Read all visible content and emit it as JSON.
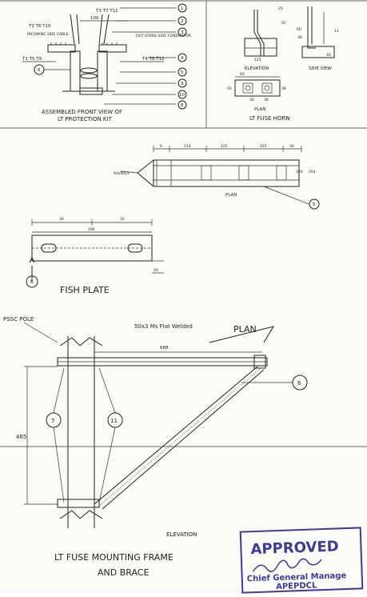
{
  "top_left": {
    "terminals_top": "T3 T7 T11",
    "dim_top": "100",
    "terminals_left": "T2 T6 T10",
    "incoming_label": "INCOMING\nSIDE CABLE",
    "outgoing_label": "OUT GOING\nSIDE CONDUCTOR",
    "terminals_bottom_left": "T1 T5 T9",
    "terminals_bottom_right": "T4 T8 T12",
    "callouts": [
      "1",
      "2",
      "3",
      "4",
      "5",
      "9",
      "10",
      "6"
    ],
    "left_callout": "6",
    "caption_line1": "ASSEMBLED FRONT VIEW OF",
    "caption_line2": "LT PROTECTION KIT"
  },
  "top_right": {
    "elevation_label": "ELEVATION",
    "side_view_label": "SIDE VIEW",
    "plan_label": "PLAN",
    "caption": "LT FUSE HORN",
    "dims": [
      "25",
      "70",
      "60",
      "11",
      "38",
      "125",
      "60",
      "20",
      "38",
      "40",
      "30",
      "38"
    ]
  },
  "plan_section": {
    "dims": [
      "6",
      "154",
      "225",
      "225",
      "30"
    ],
    "side_dims": [
      "320",
      "354"
    ],
    "label": "PLAN",
    "callout": "5",
    "left_tag": "40x40x5"
  },
  "fish_plate": {
    "dims_top": [
      "30",
      "30"
    ],
    "dim_length": "196",
    "dim_height": "50",
    "callout": "6",
    "title": "FISH PLATE"
  },
  "frame": {
    "pole_label": "PSSC POLE",
    "note": "50x3 Ms Flat Welded",
    "plan_label": "PLAN",
    "dim_horizontal": "688",
    "dim_vertical": "465",
    "callouts": [
      "6",
      "7",
      "11"
    ],
    "elevation_label": "ELEVATION",
    "title_line1": "LT FUSE MOUNTING FRAME",
    "title_line2": "AND BRACE"
  },
  "stamp": {
    "text": "APPROVED",
    "role": "Chief General Manage",
    "org": "APEPDCL",
    "color": "#3d3a9a"
  }
}
